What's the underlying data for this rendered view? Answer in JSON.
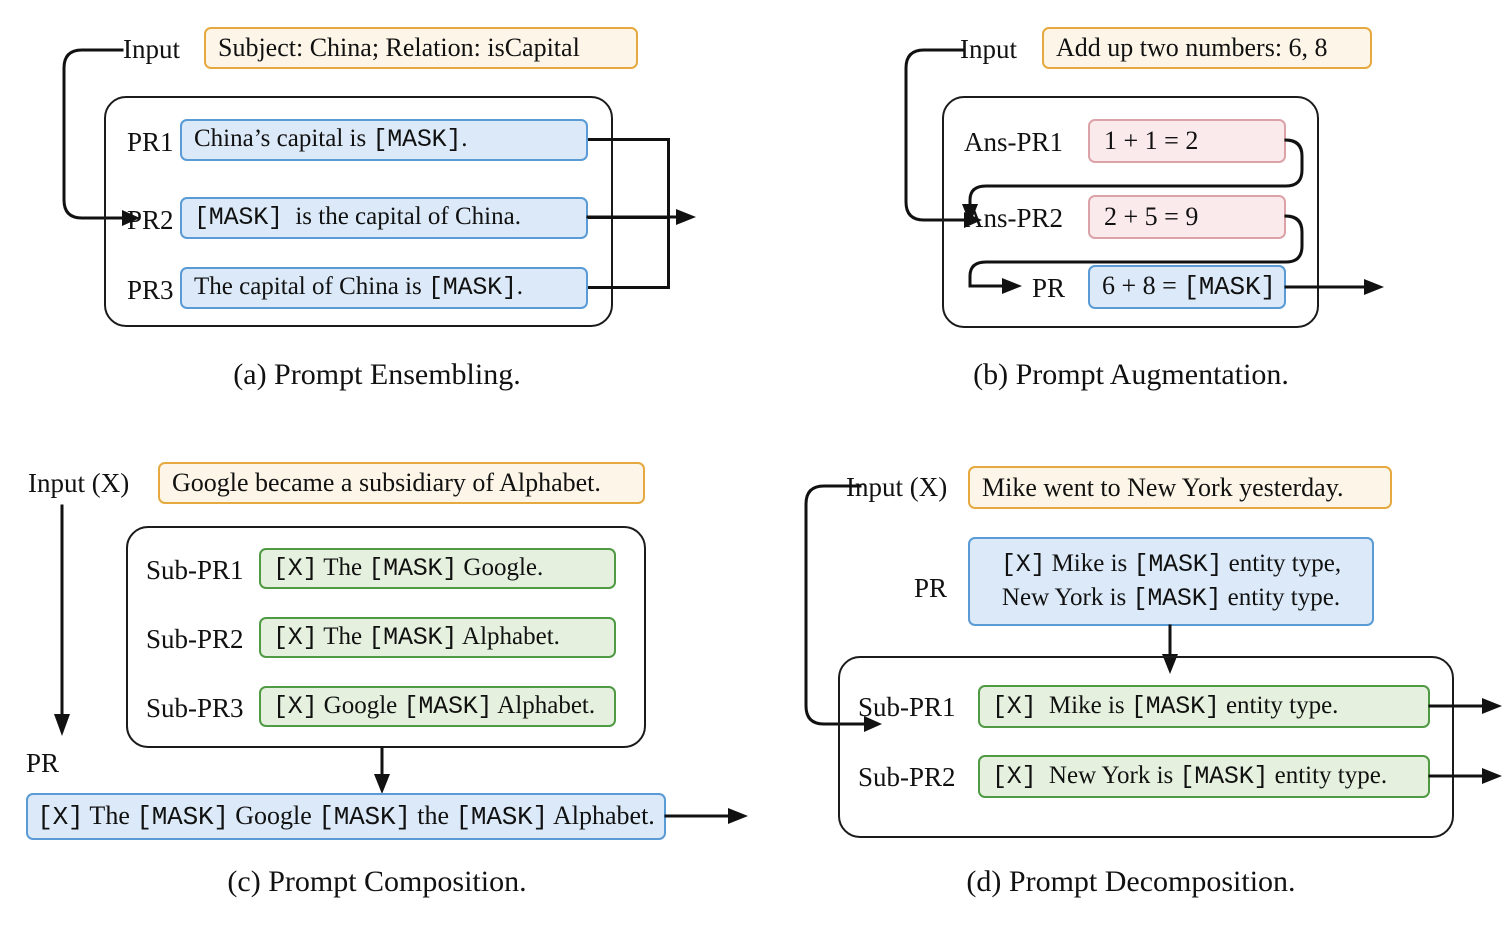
{
  "figure": {
    "panels": [
      {
        "id": "a",
        "caption": "(a) Prompt Ensembling.",
        "input_label": "Input",
        "input_text": "Subject: China; Relation: isCapital",
        "rows": [
          {
            "label": "PR1",
            "text": "China’s capital is [MASK]."
          },
          {
            "label": "PR2",
            "text": "[MASK]  is the capital of China."
          },
          {
            "label": "PR3",
            "text": "The capital of China is [MASK]."
          }
        ]
      },
      {
        "id": "b",
        "caption": "(b) Prompt Augmentation.",
        "input_label": "Input",
        "input_text": "Add up two numbers: 6, 8",
        "rows": [
          {
            "label": "Ans-PR1",
            "text": "1 + 1 = 2"
          },
          {
            "label": "Ans-PR2",
            "text": "2 + 5 = 9"
          },
          {
            "label": "PR",
            "text": "6 + 8 = [MASK]"
          }
        ]
      },
      {
        "id": "c",
        "caption": "(c) Prompt Composition.",
        "input_label": "Input (X)",
        "input_text": "Google became a subsidiary of Alphabet.",
        "pr_label": "PR",
        "pr_text": "[X] The [MASK] Google [MASK] the [MASK] Alphabet.",
        "rows": [
          {
            "label": "Sub-PR1",
            "text": "[X] The [MASK] Google."
          },
          {
            "label": "Sub-PR2",
            "text": "[X] The [MASK] Alphabet."
          },
          {
            "label": "Sub-PR3",
            "text": "[X] Google [MASK] Alphabet."
          }
        ]
      },
      {
        "id": "d",
        "caption": "(d) Prompt Decomposition.",
        "input_label": "Input (X)",
        "input_text": "Mike went to New York yesterday.",
        "pr_label": "PR",
        "pr_line1": "[X] Mike is [MASK] entity type,",
        "pr_line2": "New York is [MASK] entity type.",
        "rows": [
          {
            "label": "Sub-PR1",
            "text": "[X]  Mike is [MASK] entity type."
          },
          {
            "label": "Sub-PR2",
            "text": "[X]  New York is [MASK] entity type."
          }
        ]
      }
    ],
    "colors": {
      "input_fill": "#fdf6e8",
      "input_border": "#e5a93f",
      "blue_fill": "#dbe9f8",
      "blue_border": "#5b9bd5",
      "pink_fill": "#fbeaec",
      "pink_border": "#dba3a8",
      "green_fill": "#e5f1de",
      "green_border": "#4f9a43",
      "line": "#111111",
      "group_border": "#1b1b1b"
    }
  }
}
